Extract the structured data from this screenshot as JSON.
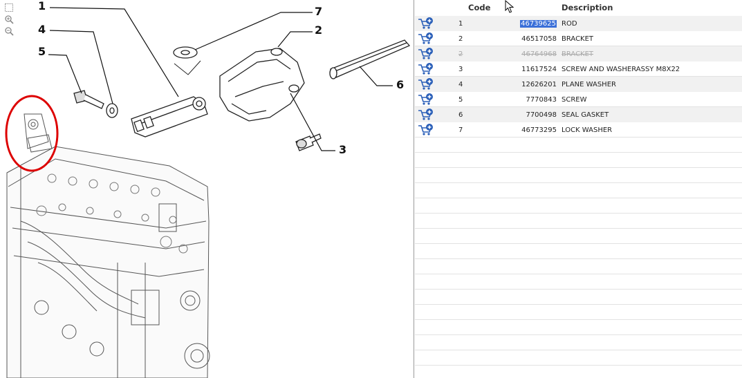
{
  "headers": {
    "code": "Code",
    "description": "Description"
  },
  "parts": [
    {
      "pos": "1",
      "code": "46739625",
      "description": "ROD",
      "selected": true,
      "obsolete": false
    },
    {
      "pos": "2",
      "code": "46517058",
      "description": "BRACKET",
      "selected": false,
      "obsolete": false
    },
    {
      "pos": "2",
      "code": "46764968",
      "description": "BRACKET",
      "selected": false,
      "obsolete": true
    },
    {
      "pos": "3",
      "code": "11617524",
      "description": "SCREW AND WASHERASSY M8X22",
      "selected": false,
      "obsolete": false
    },
    {
      "pos": "4",
      "code": "12626201",
      "description": "PLANE WASHER",
      "selected": false,
      "obsolete": false
    },
    {
      "pos": "5",
      "code": "7770843",
      "description": "SCREW",
      "selected": false,
      "obsolete": false
    },
    {
      "pos": "6",
      "code": "7700498",
      "description": "SEAL GASKET",
      "selected": false,
      "obsolete": false
    },
    {
      "pos": "7",
      "code": "46773295",
      "description": "LOCK WASHER",
      "selected": false,
      "obsolete": false
    }
  ],
  "callouts": [
    "1",
    "2",
    "3",
    "4",
    "5",
    "6",
    "7"
  ],
  "colors": {
    "selection": "#3a6fd8",
    "cart": "#2a5fb8",
    "plus": "#2e8a2e",
    "highlight_circle": "#dd0000"
  }
}
